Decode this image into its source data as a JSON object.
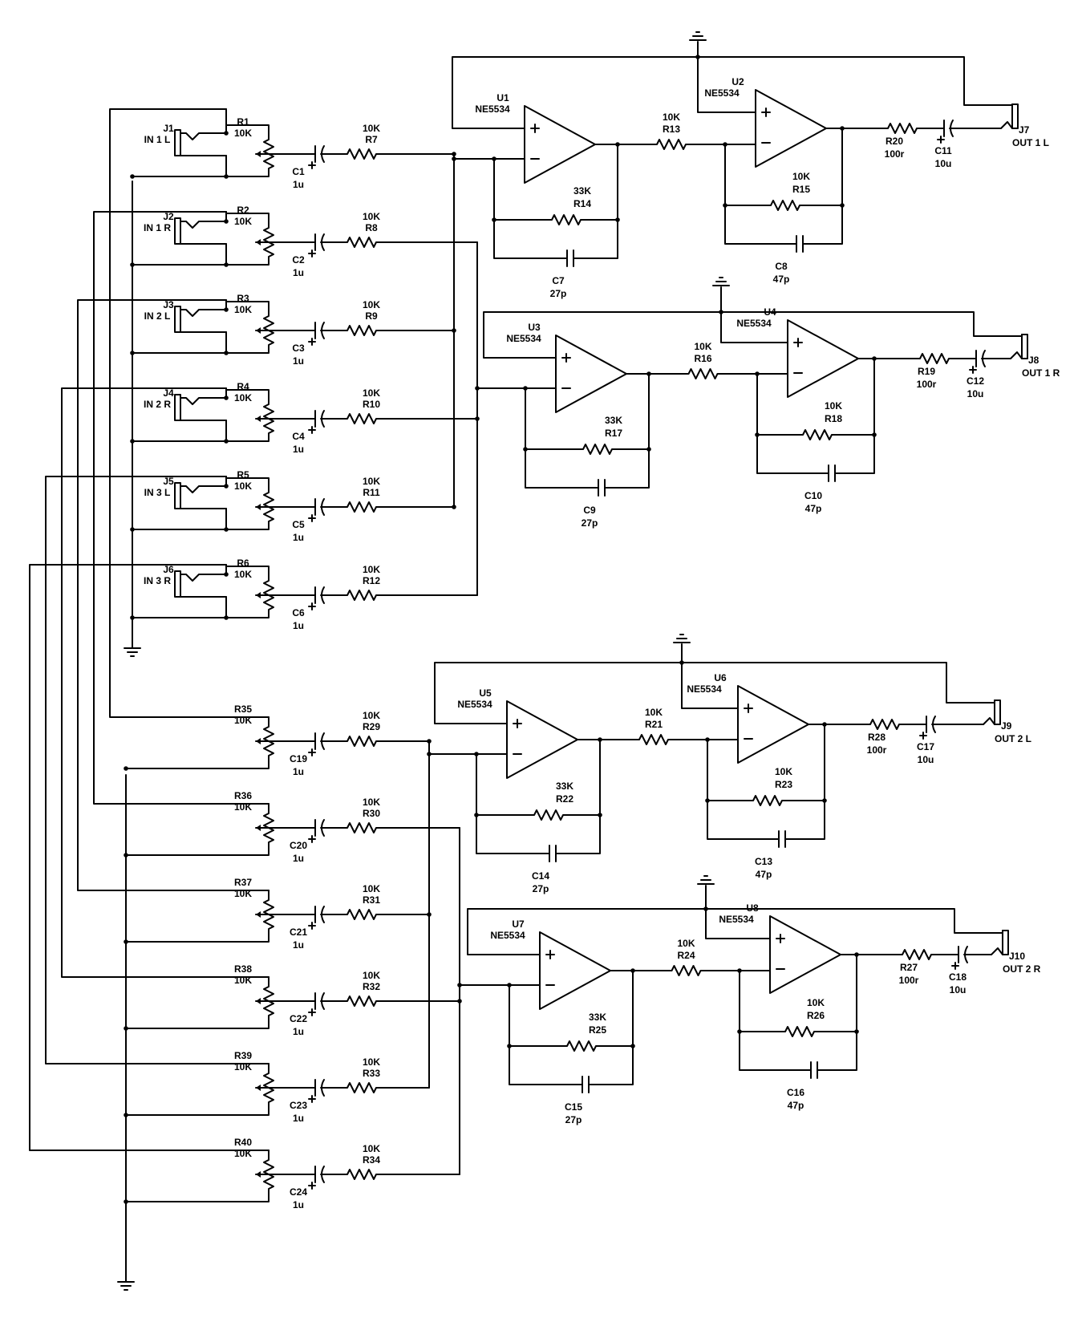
{
  "opamp_part": "NE5534",
  "opamps": [
    {
      "ref": "U1"
    },
    {
      "ref": "U2"
    },
    {
      "ref": "U3"
    },
    {
      "ref": "U4"
    },
    {
      "ref": "U5"
    },
    {
      "ref": "U6"
    },
    {
      "ref": "U7"
    },
    {
      "ref": "U8"
    }
  ],
  "input_jacks": [
    {
      "ref": "J1",
      "label": "IN 1 L"
    },
    {
      "ref": "J2",
      "label": "IN 1 R"
    },
    {
      "ref": "J3",
      "label": "IN 2 L"
    },
    {
      "ref": "J4",
      "label": "IN 2 R"
    },
    {
      "ref": "J5",
      "label": "IN 3 L"
    },
    {
      "ref": "J6",
      "label": "IN 3 R"
    }
  ],
  "output_jacks": [
    {
      "ref": "J7",
      "label": "OUT 1 L"
    },
    {
      "ref": "J8",
      "label": "OUT 1 R"
    },
    {
      "ref": "J9",
      "label": "OUT 2 L"
    },
    {
      "ref": "J10",
      "label": "OUT 2 R"
    }
  ],
  "pots_upper": [
    {
      "ref": "R1",
      "value": "10K"
    },
    {
      "ref": "R2",
      "value": "10K"
    },
    {
      "ref": "R3",
      "value": "10K"
    },
    {
      "ref": "R4",
      "value": "10K"
    },
    {
      "ref": "R5",
      "value": "10K"
    },
    {
      "ref": "R6",
      "value": "10K"
    }
  ],
  "pots_lower": [
    {
      "ref": "R35",
      "value": "10K"
    },
    {
      "ref": "R36",
      "value": "10K"
    },
    {
      "ref": "R37",
      "value": "10K"
    },
    {
      "ref": "R38",
      "value": "10K"
    },
    {
      "ref": "R39",
      "value": "10K"
    },
    {
      "ref": "R40",
      "value": "10K"
    }
  ],
  "caps_upper_in": [
    {
      "ref": "C1",
      "value": "1u"
    },
    {
      "ref": "C2",
      "value": "1u"
    },
    {
      "ref": "C3",
      "value": "1u"
    },
    {
      "ref": "C4",
      "value": "1u"
    },
    {
      "ref": "C5",
      "value": "1u"
    },
    {
      "ref": "C6",
      "value": "1u"
    }
  ],
  "caps_lower_in": [
    {
      "ref": "C19",
      "value": "1u"
    },
    {
      "ref": "C20",
      "value": "1u"
    },
    {
      "ref": "C21",
      "value": "1u"
    },
    {
      "ref": "C22",
      "value": "1u"
    },
    {
      "ref": "C23",
      "value": "1u"
    },
    {
      "ref": "C24",
      "value": "1u"
    }
  ],
  "res_upper_in": [
    {
      "ref": "R7",
      "value": "10K"
    },
    {
      "ref": "R8",
      "value": "10K"
    },
    {
      "ref": "R9",
      "value": "10K"
    },
    {
      "ref": "R10",
      "value": "10K"
    },
    {
      "ref": "R11",
      "value": "10K"
    },
    {
      "ref": "R12",
      "value": "10K"
    }
  ],
  "res_lower_in": [
    {
      "ref": "R29",
      "value": "10K"
    },
    {
      "ref": "R30",
      "value": "10K"
    },
    {
      "ref": "R31",
      "value": "10K"
    },
    {
      "ref": "R32",
      "value": "10K"
    },
    {
      "ref": "R33",
      "value": "10K"
    },
    {
      "ref": "R34",
      "value": "10K"
    }
  ],
  "channels": [
    {
      "r_between": {
        "ref": "R13",
        "value": "10K"
      },
      "r_fb1": {
        "ref": "R14",
        "value": "33K"
      },
      "c_fb1": {
        "ref": "C7",
        "value": "27p"
      },
      "r_fb2": {
        "ref": "R15",
        "value": "10K"
      },
      "c_fb2": {
        "ref": "C8",
        "value": "47p"
      },
      "r_out": {
        "ref": "R20",
        "value": "100r"
      },
      "c_out": {
        "ref": "C11",
        "value": "10u"
      }
    },
    {
      "r_between": {
        "ref": "R16",
        "value": "10K"
      },
      "r_fb1": {
        "ref": "R17",
        "value": "33K"
      },
      "c_fb1": {
        "ref": "C9",
        "value": "27p"
      },
      "r_fb2": {
        "ref": "R18",
        "value": "10K"
      },
      "c_fb2": {
        "ref": "C10",
        "value": "47p"
      },
      "r_out": {
        "ref": "R19",
        "value": "100r"
      },
      "c_out": {
        "ref": "C12",
        "value": "10u"
      }
    },
    {
      "r_between": {
        "ref": "R21",
        "value": "10K"
      },
      "r_fb1": {
        "ref": "R22",
        "value": "33K"
      },
      "c_fb1": {
        "ref": "C14",
        "value": "27p"
      },
      "r_fb2": {
        "ref": "R23",
        "value": "10K"
      },
      "c_fb2": {
        "ref": "C13",
        "value": "47p"
      },
      "r_out": {
        "ref": "R28",
        "value": "100r"
      },
      "c_out": {
        "ref": "C17",
        "value": "10u"
      }
    },
    {
      "r_between": {
        "ref": "R24",
        "value": "10K"
      },
      "r_fb1": {
        "ref": "R25",
        "value": "33K"
      },
      "c_fb1": {
        "ref": "C15",
        "value": "27p"
      },
      "r_fb2": {
        "ref": "R26",
        "value": "10K"
      },
      "c_fb2": {
        "ref": "C16",
        "value": "47p"
      },
      "r_out": {
        "ref": "R27",
        "value": "100r"
      },
      "c_out": {
        "ref": "C18",
        "value": "10u"
      }
    }
  ]
}
